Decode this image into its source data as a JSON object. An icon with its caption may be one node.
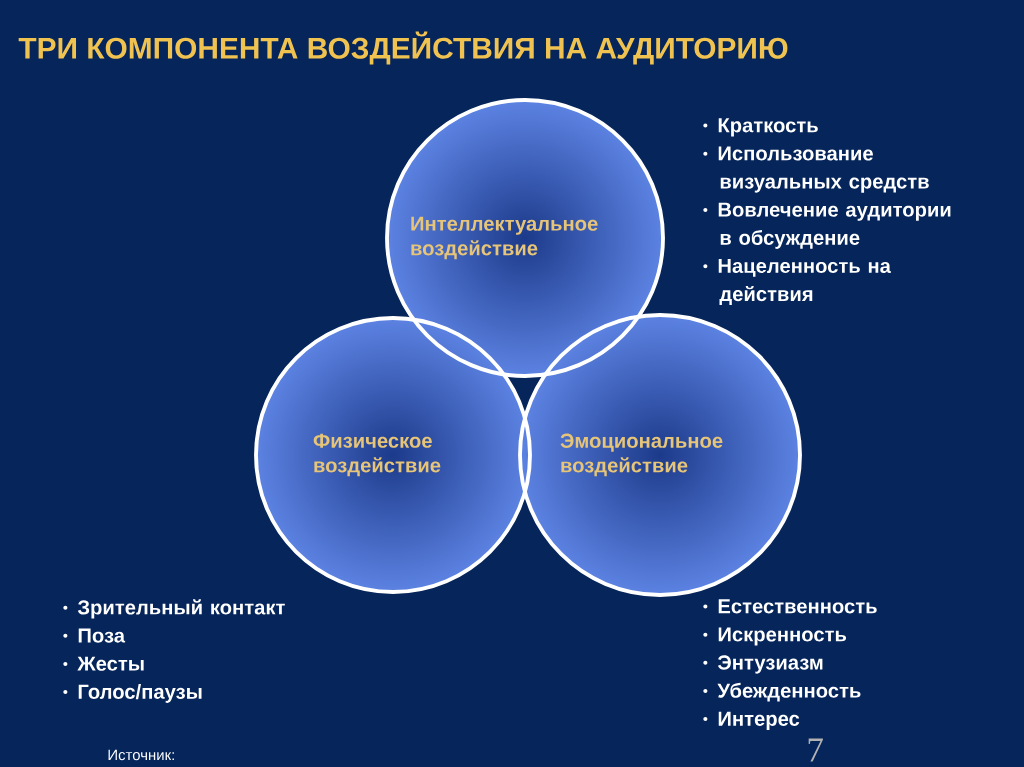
{
  "diagram": {
    "title": "ТРИ КОМПОНЕНТА ВОЗДЕЙСТВИЯ НА АУДИТОРИЮ",
    "nodes": [
      {
        "text": [
          "Интеллектуальное воздействие"
        ],
        "beside": [
          "Краткость",
          "Использование визуальных средств",
          "Вовлечение аудитории в обсуждение",
          "Нацеленность на действия"
        ]
      },
      {
        "text": [
          "Физическое воздействие"
        ],
        "beside": [
          "Зрительный контакт",
          "Поза",
          "Жесты",
          "Голос/паузы"
        ]
      },
      {
        "text": [
          "Эмоциональное воздействие"
        ],
        "beside": [
          "Естественность",
          "Искренность",
          "Энтузиазм",
          "Убежденность",
          "Интерес"
        ]
      }
    ],
    "labels": [
      "Источник:",
      "7"
    ]
  }
}
